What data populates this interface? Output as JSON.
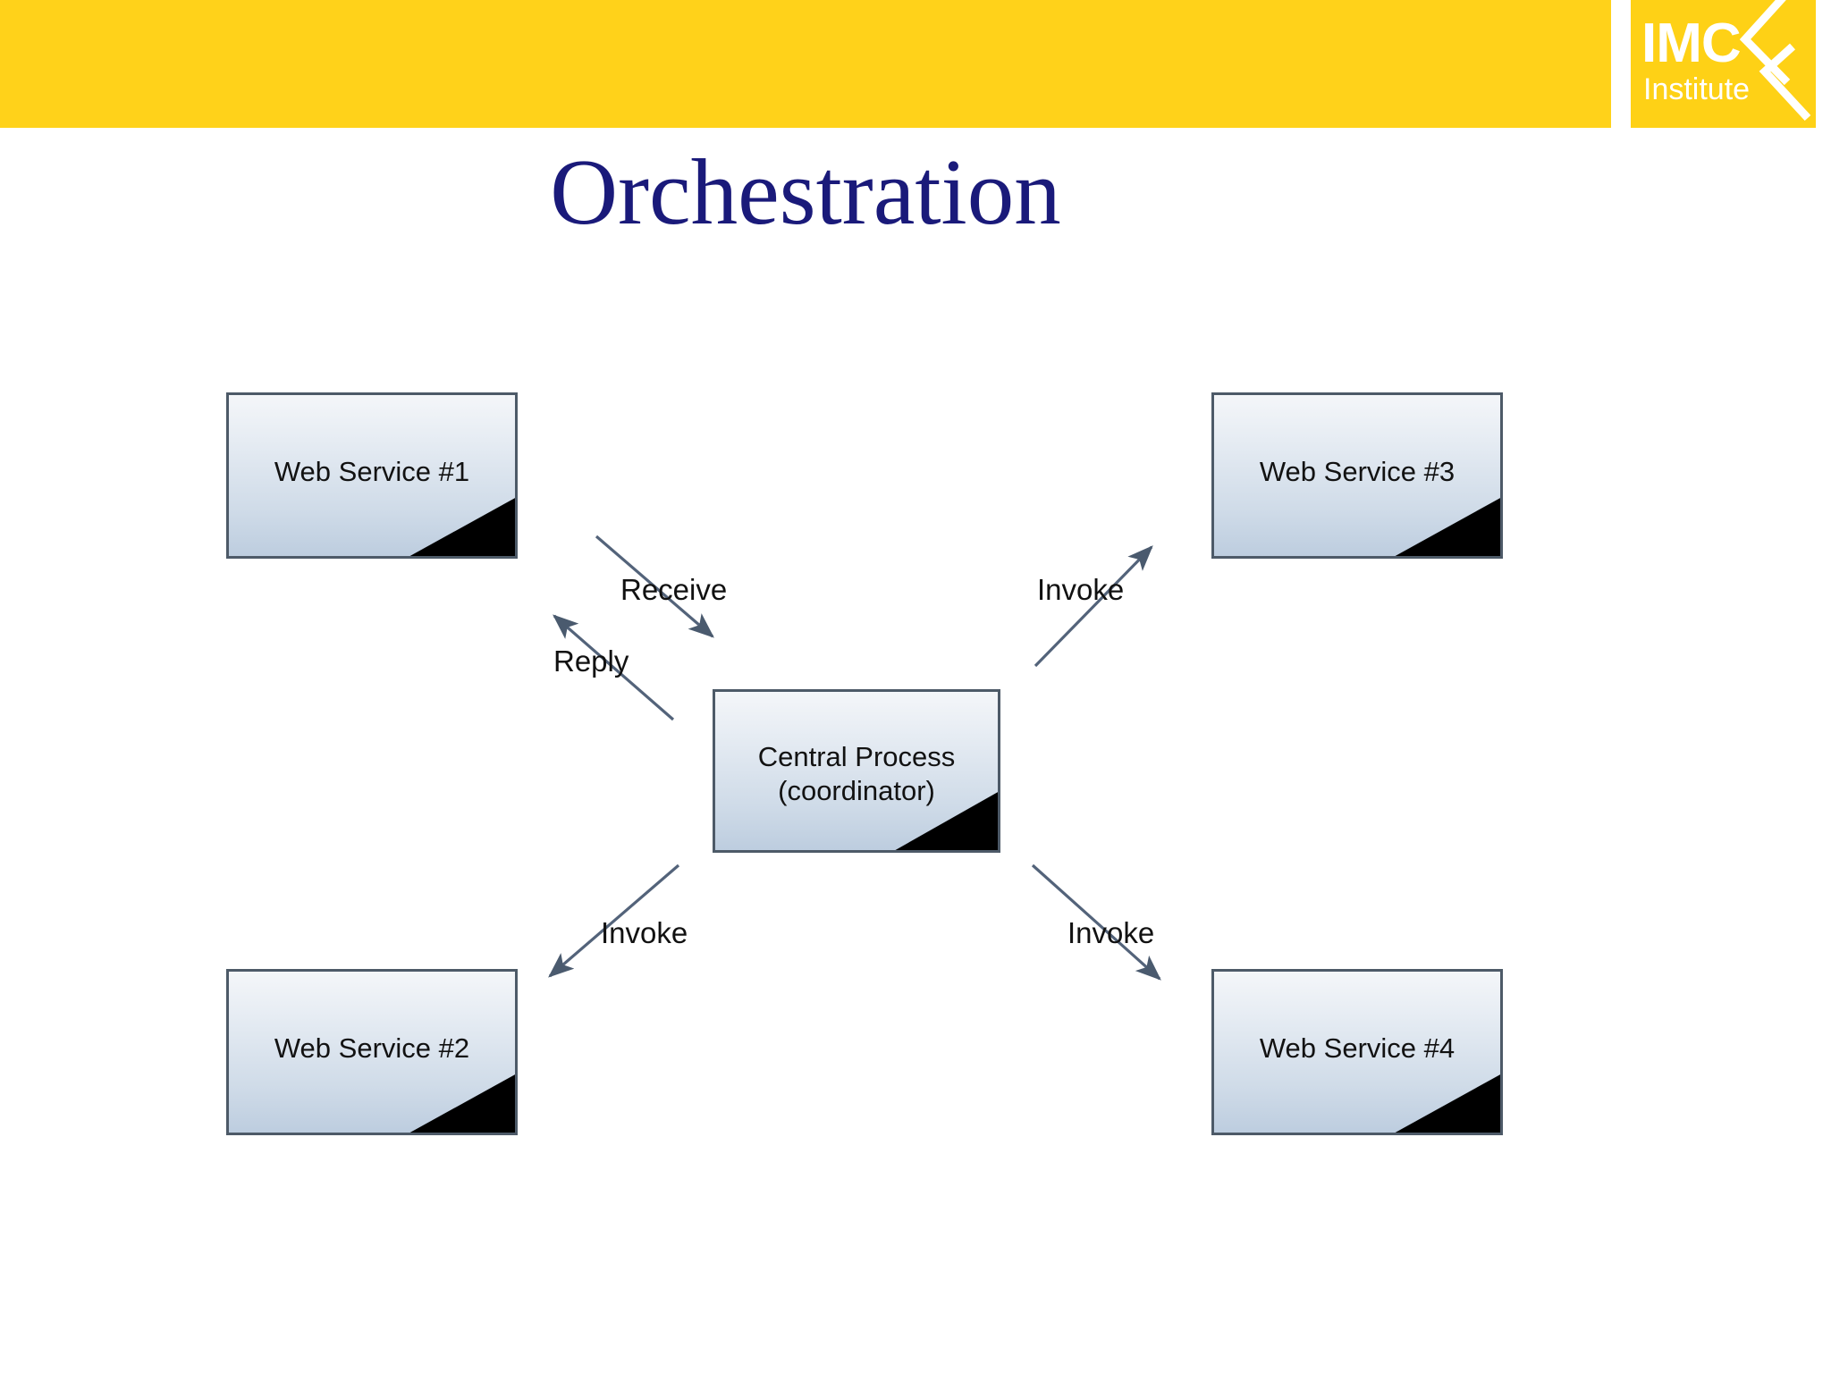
{
  "header": {
    "band_color": "#ffd21a",
    "logo": {
      "name": "imc-institute-logo",
      "line1": "IMC",
      "line2": "Institute",
      "bg_color": "#fed116",
      "text_color": "#ffffff"
    }
  },
  "title": {
    "text": "Orchestration",
    "color": "#1a1a7a"
  },
  "diagram": {
    "type": "orchestration-topology",
    "node_border_color": "#4d5a68",
    "node_fill_top": "#f4f6f9",
    "node_fill_bottom": "#bdcddf",
    "arrow_color": "#4a5a6e",
    "nodes": [
      {
        "id": "ws1",
        "label": "Web Service #1",
        "role": "web-service"
      },
      {
        "id": "ws3",
        "label": "Web Service #3",
        "role": "web-service"
      },
      {
        "id": "ws2",
        "label": "Web Service #2",
        "role": "web-service"
      },
      {
        "id": "ws4",
        "label": "Web Service #4",
        "role": "web-service"
      },
      {
        "id": "central",
        "label_line1": "Central Process",
        "label_line2": "(coordinator)",
        "role": "coordinator"
      }
    ],
    "edges": [
      {
        "id": "receive",
        "label": "Receive",
        "from": "ws1",
        "to": "central",
        "direction": "down-right"
      },
      {
        "id": "reply",
        "label": "Reply",
        "from": "central",
        "to": "ws1",
        "direction": "up-left"
      },
      {
        "id": "invoke3",
        "label": "Invoke",
        "from": "central",
        "to": "ws3",
        "direction": "up-right"
      },
      {
        "id": "invoke2",
        "label": "Invoke",
        "from": "central",
        "to": "ws2",
        "direction": "down-left"
      },
      {
        "id": "invoke4",
        "label": "Invoke",
        "from": "central",
        "to": "ws4",
        "direction": "down-right"
      }
    ]
  }
}
